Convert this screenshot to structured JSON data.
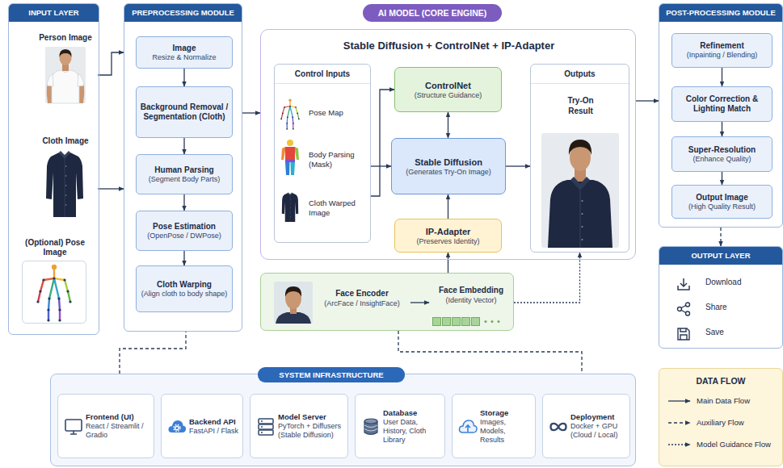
{
  "diagram": {
    "nodes": [
      {
        "text": [
          "INPUT LAYER"
        ]
      },
      {
        "text": [
          "Person Image"
        ],
        "in": 0
      },
      {
        "text": [
          "Cloth Image"
        ],
        "in": 0
      },
      {
        "text": [
          "(Optional) Pose Image"
        ],
        "in": 0
      },
      {
        "text": [
          "PREPROCESSING MODULE"
        ]
      },
      {
        "text": [
          "Image",
          "Resize & Normalize"
        ],
        "in": 4
      },
      {
        "text": [
          "Background Removal / Segmentation (Cloth)"
        ],
        "in": 4
      },
      {
        "text": [
          "Human Parsing",
          "(Segment Body Parts)"
        ],
        "in": 4
      },
      {
        "text": [
          "Pose Estimation",
          "(OpenPose / DWPose)"
        ],
        "in": 4
      },
      {
        "text": [
          "Cloth Warping",
          "(Align cloth to body shape)"
        ],
        "in": 4
      },
      {
        "text": [
          "AI MODEL (CORE ENGINE)",
          "Stable Diffusion + ControlNet + IP-Adapter"
        ]
      },
      {
        "text": [
          "Control Inputs",
          "Pose Map",
          "Body Parsing (Mask)",
          "Cloth Warped Image"
        ],
        "in": 10
      },
      {
        "text": [
          "ControlNet",
          "(Structure Guidance)"
        ],
        "in": 10
      },
      {
        "text": [
          "Stable Diffusion",
          "(Generates Try-On Image)"
        ],
        "in": 10
      },
      {
        "text": [
          "IP-Adapter",
          "(Preserves Identity)"
        ],
        "in": 10
      },
      {
        "text": [
          "Outputs",
          "Try-On Result"
        ],
        "in": 10
      },
      {
        "text": [
          "Face Encoder",
          "(ArcFace / InsightFace)",
          "Face Embedding",
          "(Identity Vector)"
        ]
      },
      {
        "text": [
          "POST-PROCESSING MODULE"
        ]
      },
      {
        "text": [
          "Refinement",
          "(Inpainting / Blending)"
        ],
        "in": 17
      },
      {
        "text": [
          "Color Correction & Lighting Match"
        ],
        "in": 17
      },
      {
        "text": [
          "Super-Resolution",
          "(Enhance Quality)"
        ],
        "in": 17
      },
      {
        "text": [
          "Output Image",
          "(High Quality Result)"
        ],
        "in": 17
      },
      {
        "text": [
          "OUTPUT LAYER",
          "Download",
          "Share",
          "Save"
        ]
      },
      {
        "text": [
          "SYSTEM INFRASTRUCTURE"
        ]
      },
      {
        "text": [
          "Frontend (UI)",
          "React / Streamlit / Gradio"
        ],
        "in": 23
      },
      {
        "text": [
          "Backend API",
          "FastAPI / Flask"
        ],
        "in": 23
      },
      {
        "text": [
          "Model Server",
          "PyTorch + Diffusers (Stable Diffusion)"
        ],
        "in": 23
      },
      {
        "text": [
          "Database",
          "User Data, History, Cloth Library"
        ],
        "in": 23
      },
      {
        "text": [
          "Storage",
          "Images, Models, Results"
        ],
        "in": 23
      },
      {
        "text": [
          "Deployment",
          "Docker + GPU (Cloud / Local)"
        ],
        "in": 23
      },
      {
        "text": [
          "DATA FLOW"
        ]
      }
    ],
    "edges": [
      {
        "from": 1,
        "to": 4,
        "arrow": "to"
      },
      {
        "from": 2,
        "to": 4,
        "arrow": "to"
      },
      {
        "from": 5,
        "to": 6,
        "arrow": "to"
      },
      {
        "from": 6,
        "to": 7,
        "arrow": "to"
      },
      {
        "from": 7,
        "to": 8,
        "arrow": "to"
      },
      {
        "from": 8,
        "to": 9,
        "arrow": "to"
      },
      {
        "from": 4,
        "to": 10,
        "arrow": "to"
      },
      {
        "from": 11,
        "to": 12,
        "arrow": "to"
      },
      {
        "from": 11,
        "to": 13,
        "arrow": "to"
      },
      {
        "from": 12,
        "to": 13,
        "arrow": "both"
      },
      {
        "from": 14,
        "to": 13,
        "arrow": "to"
      },
      {
        "from": 13,
        "to": 15,
        "arrow": "to"
      },
      {
        "from": 16,
        "to": 14,
        "arrow": "to"
      },
      {
        "from": 16,
        "to": 15,
        "arrow": "to"
      },
      {
        "from": 10,
        "to": 17,
        "arrow": "to"
      },
      {
        "from": 18,
        "to": 19,
        "arrow": "to"
      },
      {
        "from": 19,
        "to": 20,
        "arrow": "to"
      },
      {
        "from": 20,
        "to": 21,
        "arrow": "to"
      },
      {
        "from": 17,
        "to": 22,
        "arrow": "to"
      },
      {
        "from": 23,
        "to": 4,
        "arrow": "none"
      },
      {
        "from": 16,
        "to": 23,
        "arrow": "none"
      }
    ],
    "legend": [
      {
        "text": "Main Data Flow"
      },
      {
        "text": "Auxiliary Flow"
      },
      {
        "text": "Model Guidance Flow"
      }
    ]
  }
}
